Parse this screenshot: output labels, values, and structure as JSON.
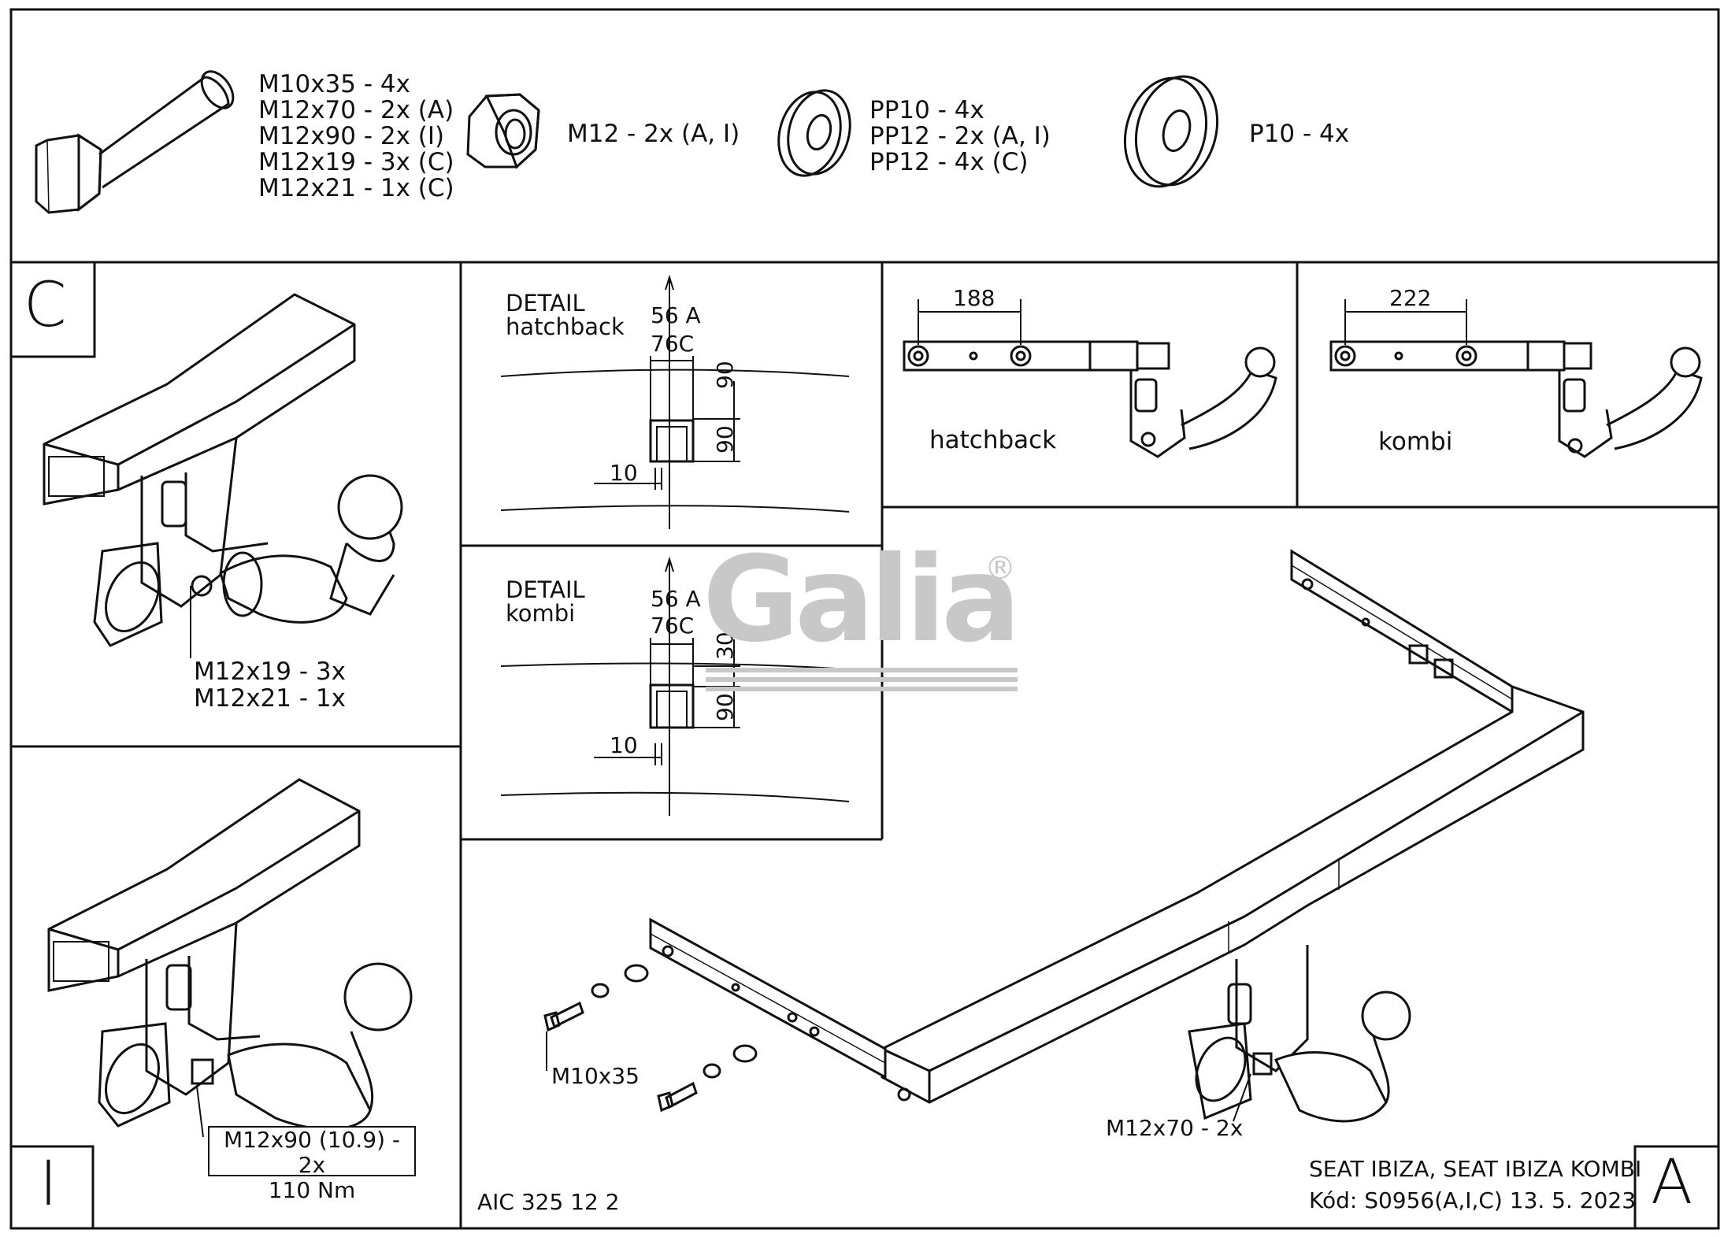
{
  "hardware": {
    "bolts": [
      "M10x35 - 4x",
      "M12x70 - 2x (A)",
      "M12x90 - 2x (I)",
      "M12x19 - 3x (C)",
      "M12x21 - 1x (C)"
    ],
    "nut": "M12 - 2x (A, I)",
    "washers_small": [
      "PP10 - 4x",
      "PP12 - 2x (A, I)",
      "PP12 - 4x (C)"
    ],
    "washer_large": "P10 - 4x"
  },
  "panel_c": {
    "letter": "C",
    "callout": [
      "M12x19 - 3x",
      "M12x21 - 1x"
    ]
  },
  "panel_i": {
    "letter": "I",
    "callout": [
      "M12x90 (10.9) - 2x",
      "110 Nm"
    ]
  },
  "detail_hatchback": {
    "title_line1": "DETAIL",
    "title_line2": "hatchback",
    "dim_a": "56 A",
    "dim_c": "76C",
    "dim_v1": "90",
    "dim_v2": "90",
    "dim_h": "10"
  },
  "detail_kombi": {
    "title_line1": "DETAIL",
    "title_line2": "kombi",
    "dim_a": "56 A",
    "dim_c": "76C",
    "dim_v1": "30",
    "dim_v2": "90",
    "dim_h": "10"
  },
  "side_hatchback": {
    "label": "hatchback",
    "dim": "188"
  },
  "side_kombi": {
    "label": "kombi",
    "dim": "222"
  },
  "main": {
    "bolt_label": "M10x35",
    "mount_label": "M12x70 - 2x",
    "letter": "A",
    "code": "AIC 325 12 2",
    "vehicle": "SEAT IBIZA, SEAT IBIZA KOMBI",
    "kod": "Kód: S0956(A,I,C)  13. 5. 2023"
  },
  "logo": {
    "text": "Galia",
    "mark": "®"
  }
}
